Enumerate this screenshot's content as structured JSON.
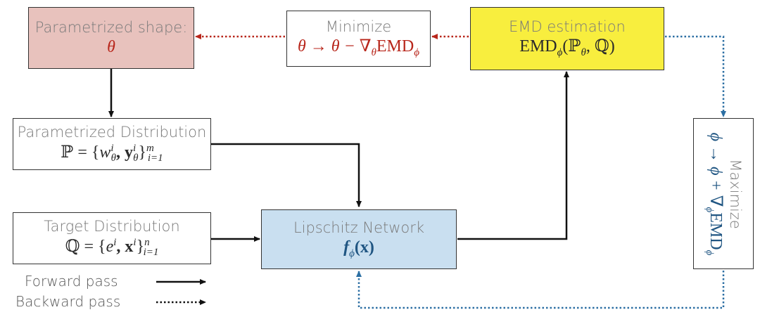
{
  "boxes": {
    "param_shape": {
      "title": "Parametrized shape:",
      "math": "θ"
    },
    "minimize": {
      "title": "Minimize",
      "math_left": "θ → θ − ∇",
      "math_sub": "θ",
      "math_right": "EMD",
      "math_sub2": "ϕ"
    },
    "emd": {
      "title": "EMD estimation",
      "math": "EMD",
      "math_sub": "ϕ",
      "math_args": "(ℙ",
      "math_arg_sub": "θ",
      "math_args2": ", ℚ)"
    },
    "param_dist": {
      "title": "Parametrized Distribution",
      "math_lhs": "ℙ = {",
      "w": "w",
      "w_sup": "i",
      "w_sub": "θ",
      "y": ", y",
      "y_sup": "i",
      "y_sub": "θ",
      "close": "}",
      "range_sup": "m",
      "range_sub": "i=1"
    },
    "target_dist": {
      "title": "Target Distribution",
      "math_lhs": "ℚ = {",
      "e": "e",
      "e_sup": "i",
      "x": ", x",
      "x_sup": "i",
      "close": "}",
      "range_sup": "n",
      "range_sub": "i=1"
    },
    "lipschitz": {
      "title": "Lipschitz Network",
      "f": "f",
      "f_sub": "ϕ",
      "arg": "(x)"
    },
    "maximize": {
      "title": "Maximize",
      "math_left": "ϕ → ϕ + ∇",
      "math_sub": "ϕ",
      "math_right": "EMD",
      "math_sub2": "ϕ"
    }
  },
  "legend": {
    "forward": "Forward pass",
    "backward": "Backward pass"
  },
  "colors": {
    "param_shape_fill": "#e8c2bd",
    "emd_fill": "#f8ee3e",
    "lipschitz_fill": "#c9dff0",
    "red_arrow": "#b8261b",
    "blue_arrow": "#2c6fa3"
  }
}
